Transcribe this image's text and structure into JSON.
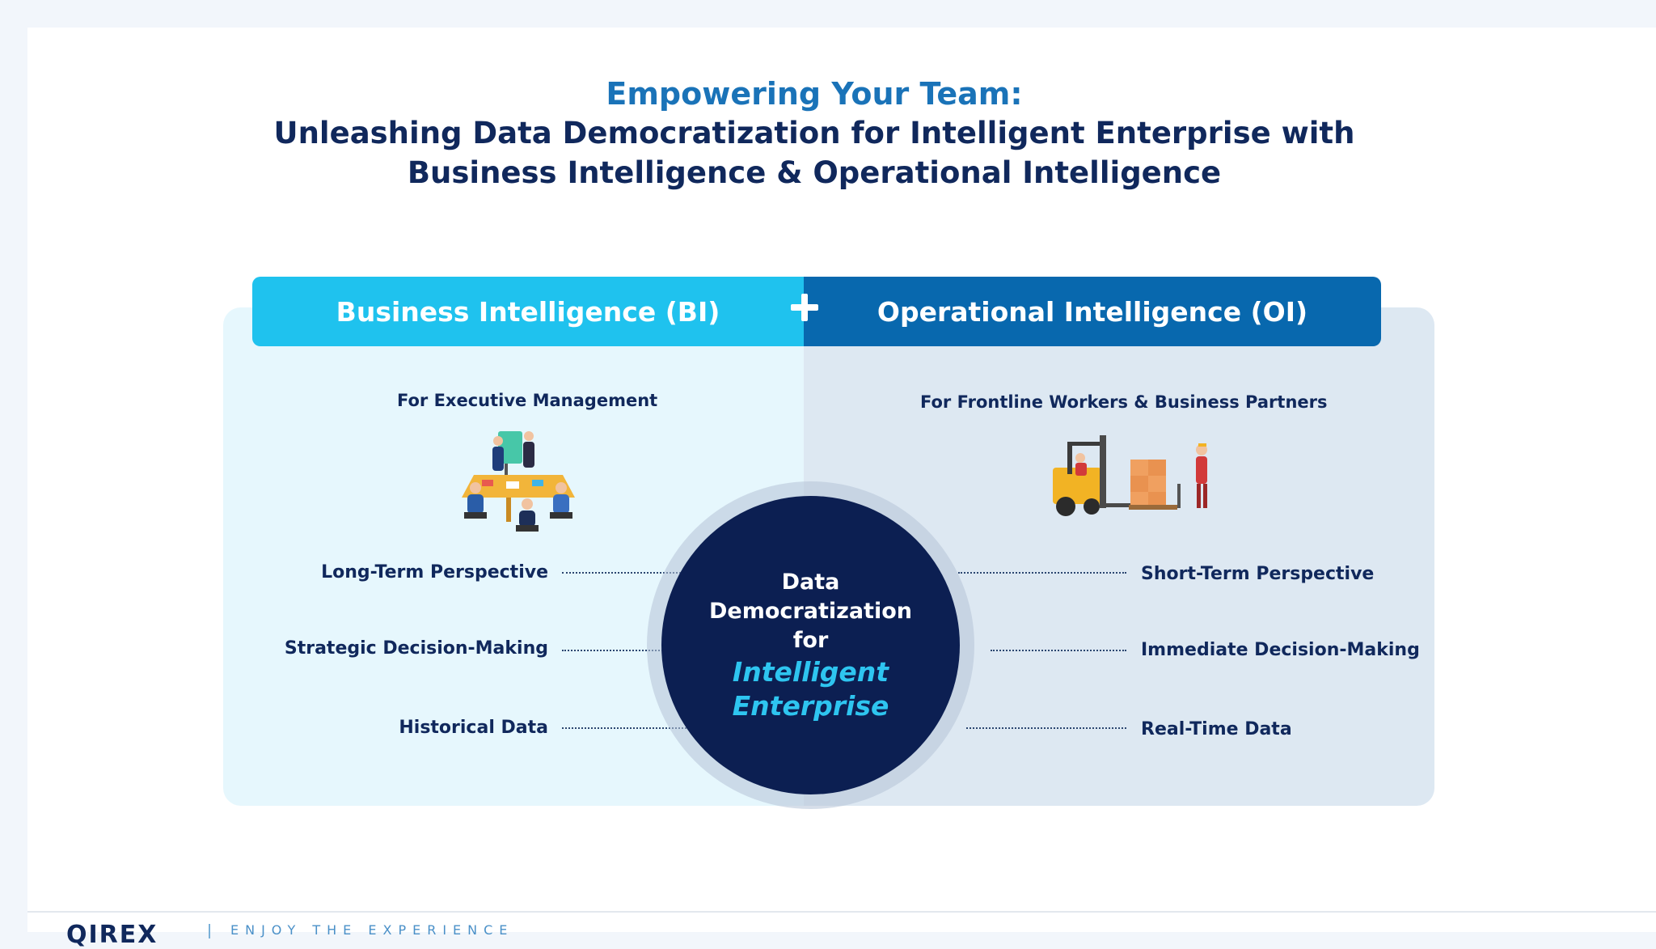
{
  "title": {
    "line1": "Empowering Your Team:",
    "line2": "Unleashing Data Democratization for Intelligent Enterprise with",
    "line3": "Business Intelligence & Operational Intelligence"
  },
  "bi": {
    "heading": "Business Intelligence (BI)",
    "audience": "For Executive Management",
    "items": [
      "Long-Term Perspective",
      "Strategic Decision-Making",
      "Historical Data"
    ]
  },
  "oi": {
    "heading": "Operational Intelligence (OI)",
    "audience": "For Frontline Workers & Business Partners",
    "items": [
      "Short-Term Perspective",
      "Immediate Decision-Making",
      "Real-Time Data"
    ]
  },
  "center": {
    "line1": "Data",
    "line2": "Democratization",
    "line3": "for",
    "accent1": "Intelligent",
    "accent2": "Enterprise"
  },
  "footer": {
    "logo": "QIREX",
    "tagline": "ENJOY THE EXPERIENCE"
  },
  "colors": {
    "bi_header": "#1fc2ee",
    "oi_header": "#0868ae",
    "navy": "#10285c",
    "circle": "#0c1f52",
    "accent": "#2ec5f0"
  },
  "icons": [
    "plus-icon",
    "meeting-team-illustration",
    "forklift-warehouse-illustration"
  ]
}
